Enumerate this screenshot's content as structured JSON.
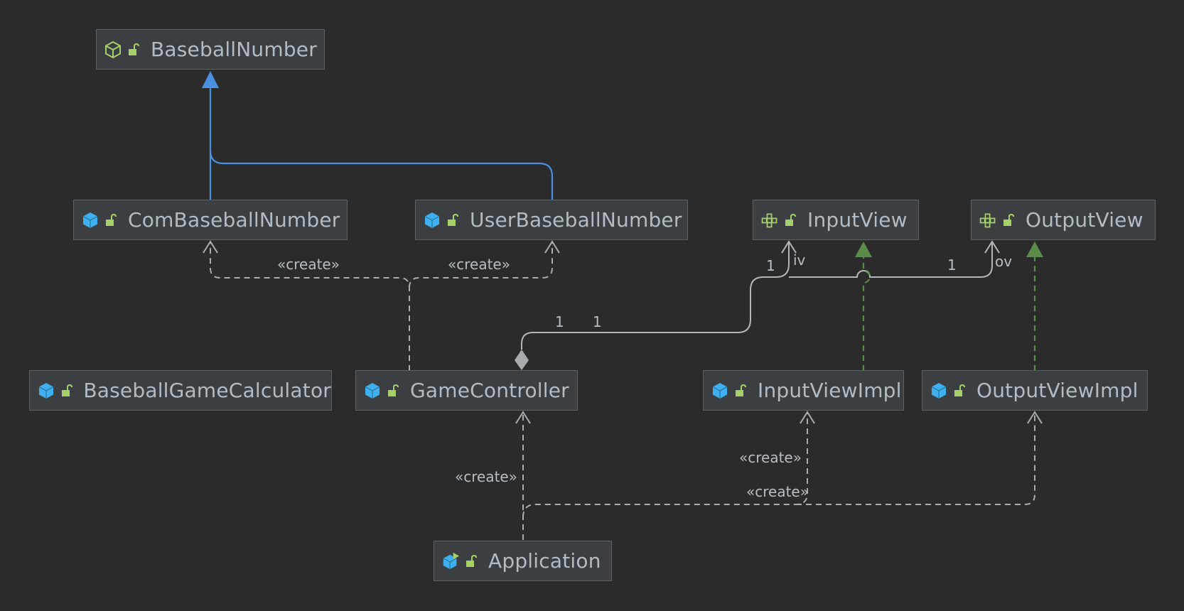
{
  "colors": {
    "background": "#2b2b2b",
    "node_fill": "#3c3f41",
    "node_border": "#5e6164",
    "node_text": "#b2bcc4",
    "generalization": "#4a8fe0",
    "realization": "#5b8c4a",
    "dependency": "#a9adb0",
    "association": "#b4b7ba",
    "class_icon": "#3fb1f0",
    "interface_icon": "#a8d068",
    "lock_icon": "#a8d068"
  },
  "nodes": {
    "baseball_number": {
      "label": "BaseballNumber",
      "kind_icon": "abstract-class-icon"
    },
    "com_baseball_number": {
      "label": "ComBaseballNumber",
      "kind_icon": "class-icon"
    },
    "user_baseball_number": {
      "label": "UserBaseballNumber",
      "kind_icon": "class-icon"
    },
    "input_view": {
      "label": "InputView",
      "kind_icon": "interface-icon"
    },
    "output_view": {
      "label": "OutputView",
      "kind_icon": "interface-icon"
    },
    "baseball_game_calculator": {
      "label": "BaseballGameCalculator",
      "kind_icon": "class-icon"
    },
    "game_controller": {
      "label": "GameController",
      "kind_icon": "class-icon"
    },
    "input_view_impl": {
      "label": "InputViewImpl",
      "kind_icon": "class-icon"
    },
    "output_view_impl": {
      "label": "OutputViewImpl",
      "kind_icon": "class-icon"
    },
    "application": {
      "label": "Application",
      "kind_icon": "runnable-class-icon"
    }
  },
  "edge_labels": {
    "create_com": "«create»",
    "create_user": "«create»",
    "create_game_controller": "«create»",
    "create_input_impl": "«create»",
    "create_output_impl": "«create»"
  },
  "multiplicities": {
    "gc_iv_source": "1",
    "gc_ov_source": "1",
    "iv_target": "1",
    "iv_role": "iv",
    "ov_target": "1",
    "ov_role": "ov"
  }
}
